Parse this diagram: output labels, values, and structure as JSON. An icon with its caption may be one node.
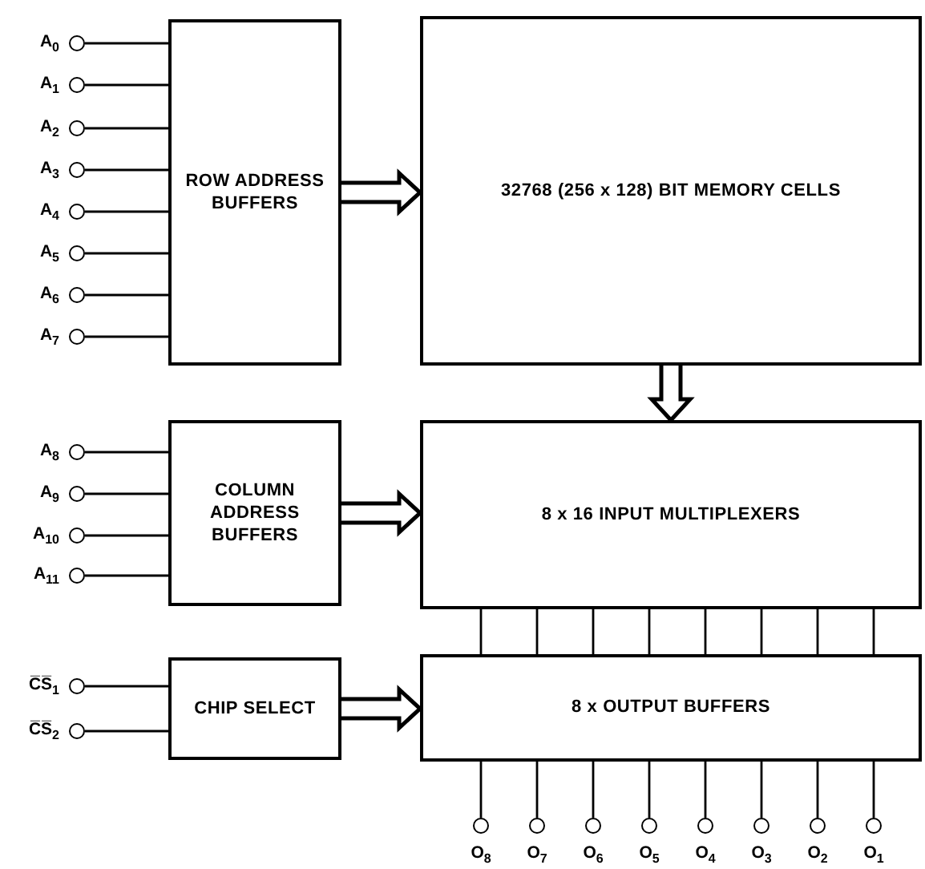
{
  "diagram": {
    "nodes": [
      {
        "text": [],
        "shape": "circle",
        "beside": [
          "A$_{0}$"
        ]
      },
      {
        "text": [],
        "shape": "circle",
        "beside": [
          "A$_{1}$"
        ]
      },
      {
        "text": [],
        "shape": "circle",
        "beside": [
          "A$_{2}$"
        ]
      },
      {
        "text": [],
        "shape": "circle",
        "beside": [
          "A$_{3}$"
        ]
      },
      {
        "text": [],
        "shape": "circle",
        "beside": [
          "A$_{4}$"
        ]
      },
      {
        "text": [],
        "shape": "circle",
        "beside": [
          "A$_{5}$"
        ]
      },
      {
        "text": [],
        "shape": "circle",
        "beside": [
          "A$_{6}$"
        ]
      },
      {
        "text": [],
        "shape": "circle",
        "beside": [
          "A$_{7}$"
        ]
      },
      {
        "text": [
          "ROW ADDRESS BUFFERS"
        ]
      },
      {
        "text": [
          "32768 (256 x 128) BIT MEMORY CELLS"
        ]
      },
      {
        "text": [],
        "shape": "circle",
        "beside": [
          "A$_{8}$"
        ]
      },
      {
        "text": [],
        "shape": "circle",
        "beside": [
          "A$_{9}$"
        ]
      },
      {
        "text": [],
        "shape": "circle",
        "beside": [
          "A$_{10}$"
        ]
      },
      {
        "text": [],
        "shape": "circle",
        "beside": [
          "A$_{11}$"
        ]
      },
      {
        "text": [
          "COLUMN ADDRESS BUFFERS"
        ]
      },
      {
        "text": [
          "8 x 16 INPUT MULTIPLEXERS"
        ]
      },
      {
        "text": [],
        "shape": "circle",
        "beside": [
          "C̅S̅$_{1}$"
        ]
      },
      {
        "text": [],
        "shape": "circle",
        "beside": [
          "C̅S̅$_{2}$"
        ]
      },
      {
        "text": [
          "CHIP SELECT"
        ]
      },
      {
        "text": [
          "8 x OUTPUT BUFFERS"
        ]
      },
      {
        "text": [],
        "shape": "circle",
        "beside": [
          "O$_{8}$"
        ]
      },
      {
        "text": [],
        "shape": "circle",
        "beside": [
          "O$_{7}$"
        ]
      },
      {
        "text": [],
        "shape": "circle",
        "beside": [
          "O$_{6}$"
        ]
      },
      {
        "text": [],
        "shape": "circle",
        "beside": [
          "O$_{5}$"
        ]
      },
      {
        "text": [],
        "shape": "circle",
        "beside": [
          "O$_{4}$"
        ]
      },
      {
        "text": [],
        "shape": "circle",
        "beside": [
          "O$_{3}$"
        ]
      },
      {
        "text": [],
        "shape": "circle",
        "beside": [
          "O$_{2}$"
        ]
      },
      {
        "text": [],
        "shape": "circle",
        "beside": [
          "O$_{1}$"
        ]
      }
    ],
    "edges": [
      {
        "from": 0,
        "to": 8,
        "arrow": "none"
      },
      {
        "from": 1,
        "to": 8,
        "arrow": "none"
      },
      {
        "from": 2,
        "to": 8,
        "arrow": "none"
      },
      {
        "from": 3,
        "to": 8,
        "arrow": "none"
      },
      {
        "from": 4,
        "to": 8,
        "arrow": "none"
      },
      {
        "from": 5,
        "to": 8,
        "arrow": "none"
      },
      {
        "from": 6,
        "to": 8,
        "arrow": "none"
      },
      {
        "from": 7,
        "to": 8,
        "arrow": "none"
      },
      {
        "from": 8,
        "to": 9,
        "arrow": "to",
        "style": "thick"
      },
      {
        "from": 9,
        "to": 15,
        "arrow": "to",
        "style": "thick"
      },
      {
        "from": 10,
        "to": 14,
        "arrow": "none"
      },
      {
        "from": 11,
        "to": 14,
        "arrow": "none"
      },
      {
        "from": 12,
        "to": 14,
        "arrow": "none"
      },
      {
        "from": 13,
        "to": 14,
        "arrow": "none"
      },
      {
        "from": 14,
        "to": 15,
        "arrow": "to",
        "style": "thick"
      },
      {
        "from": 16,
        "to": 18,
        "arrow": "none"
      },
      {
        "from": 17,
        "to": 18,
        "arrow": "none"
      },
      {
        "from": 18,
        "to": 19,
        "arrow": "to",
        "style": "thick"
      },
      {
        "from": 15,
        "to": 19,
        "arrow": "none"
      },
      {
        "from": 15,
        "to": 19,
        "arrow": "none"
      },
      {
        "from": 15,
        "to": 19,
        "arrow": "none"
      },
      {
        "from": 15,
        "to": 19,
        "arrow": "none"
      },
      {
        "from": 15,
        "to": 19,
        "arrow": "none"
      },
      {
        "from": 15,
        "to": 19,
        "arrow": "none"
      },
      {
        "from": 15,
        "to": 19,
        "arrow": "none"
      },
      {
        "from": 15,
        "to": 19,
        "arrow": "none"
      },
      {
        "from": 19,
        "to": 20,
        "arrow": "none"
      },
      {
        "from": 19,
        "to": 21,
        "arrow": "none"
      },
      {
        "from": 19,
        "to": 22,
        "arrow": "none"
      },
      {
        "from": 19,
        "to": 23,
        "arrow": "none"
      },
      {
        "from": 19,
        "to": 24,
        "arrow": "none"
      },
      {
        "from": 19,
        "to": 25,
        "arrow": "none"
      },
      {
        "from": 19,
        "to": 26,
        "arrow": "none"
      },
      {
        "from": 19,
        "to": 27,
        "arrow": "none"
      }
    ]
  }
}
